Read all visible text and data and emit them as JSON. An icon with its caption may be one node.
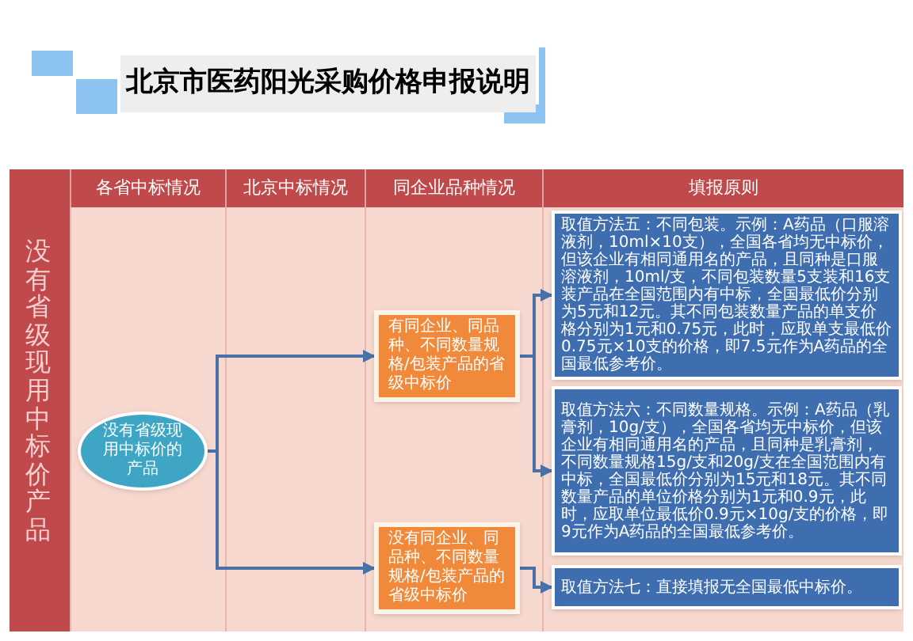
{
  "diagram": {
    "title": "北京市医药阳光采购价格申报说明",
    "nodes": [
      {
        "text": [
          "没有省级现用中标价的产品"
        ]
      },
      {
        "text": [
          "有同企业、同品种、不同数量规格/包装产品的省级中标价"
        ]
      },
      {
        "text": [
          "没有同企业、同品种、不同数量规格/包装产品的省级中标价"
        ]
      },
      {
        "text": [
          "取值方法五：不同包装。示例：A药品（口服溶液剂，10ml×10支），全国各省均无中标价，但该企业有相同通用名的产品，且同种是口服溶液剂，10ml/支，不同包装数量5支装和16支装产品在全国范围内有中标，全国最低价分别为5元和12元。其不同包装数量产品的单支价格分别为1元和0.75元，此时，应取单支最低价0.75元×10支的价格，即7.5元作为A药品的全国最低参考价。"
        ]
      },
      {
        "text": [
          "取值方法六：不同数量规格。示例：A药品（乳膏剂，10g/支），全国各省均无中标价，但该企业有相同通用名的产品，且同种是乳膏剂，不同数量规格15g/支和20g/支在全国范围内有中标，全国最低价分别为15元和18元。其不同数量产品的单位价格分别为1元和0.9元，此时，应取单位最低价0.9元×10g/支的价格，即9元作为A药品的全国最低参考价。"
        ]
      },
      {
        "text": [
          "取值方法七：直接填报无全国最低中标价。"
        ]
      }
    ],
    "edges": [
      {
        "from": 0,
        "to": 1,
        "arrow": "to"
      },
      {
        "from": 0,
        "to": 2,
        "arrow": "to"
      },
      {
        "from": 1,
        "to": 3,
        "arrow": "to"
      },
      {
        "from": 1,
        "to": 4,
        "arrow": "to"
      },
      {
        "from": 2,
        "to": 5,
        "arrow": "to"
      }
    ],
    "labels": [
      "各省中标情况",
      "北京中标情况",
      "同企业品种情况",
      "填报原则",
      "没有省级现用中标价产品"
    ]
  }
}
